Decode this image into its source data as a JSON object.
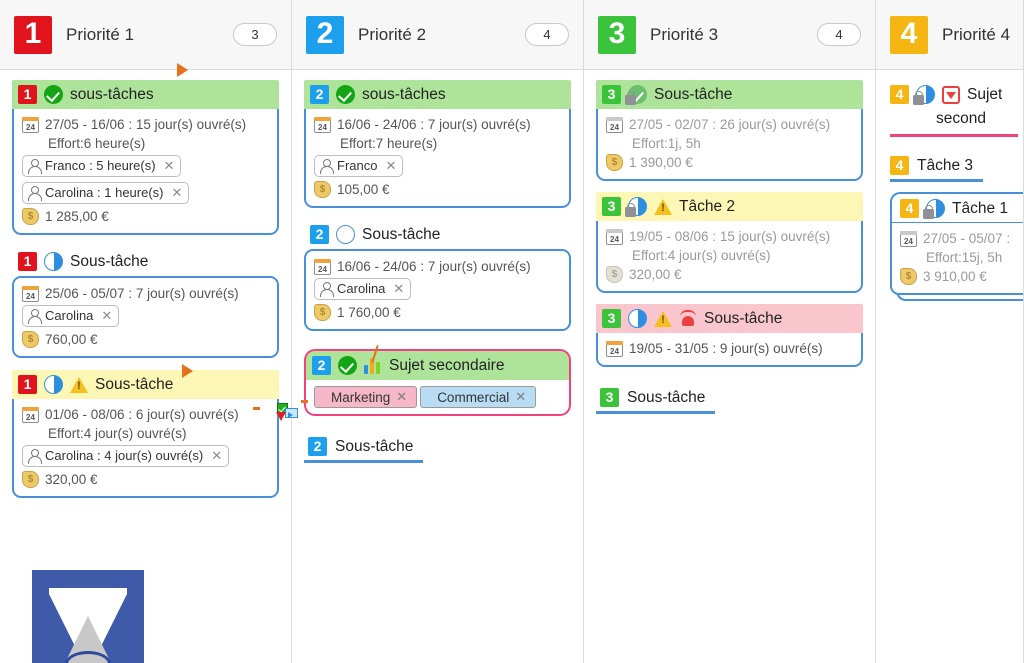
{
  "board": {
    "logo_alt": "M logo",
    "columns": [
      {
        "id": "col-1",
        "number": "1",
        "title": "Priorité 1",
        "count": "3",
        "color": "#e1131d",
        "cards": [
          {
            "id": "c1-card1",
            "title": "sous-tâches",
            "header_bg": "green",
            "icons": [
              "check-icon"
            ],
            "dates": "27/05 - 16/06 : 15 jour(s) ouvré(s)",
            "effort": "Effort:6 heure(s)",
            "assignees": [
              {
                "name": "Franco : 5 heure(s)",
                "remove": "✕"
              },
              {
                "name": "Carolina : 1 heure(s)",
                "remove": "✕"
              }
            ],
            "cost": "1 285,00 €"
          },
          {
            "id": "c1-card2",
            "title": "Sous-tâche",
            "header_bg": "plain",
            "icons": [
              "half-circle-icon"
            ],
            "dates": "25/06 - 05/07 : 7 jour(s) ouvré(s)",
            "effort": "",
            "assignees": [
              {
                "name": "Carolina",
                "remove": "✕"
              }
            ],
            "cost": "760,00 €"
          },
          {
            "id": "c1-card3",
            "title": "Sous-tâche",
            "header_bg": "yellow",
            "icons": [
              "half-circle-icon",
              "warning-icon"
            ],
            "dates": "01/06 - 08/06 : 6 jour(s) ouvré(s)",
            "effort": "Effort:4 jour(s) ouvré(s)",
            "assignees": [
              {
                "name": "Carolina : 4 jour(s) ouvré(s)",
                "remove": "✕"
              }
            ],
            "cost": "320,00 €"
          }
        ]
      },
      {
        "id": "col-2",
        "number": "2",
        "title": "Priorité 2",
        "count": "4",
        "color": "#1ca0ee",
        "cards": [
          {
            "id": "c2-card1",
            "title": "sous-tâches",
            "header_bg": "green",
            "icons": [
              "check-icon"
            ],
            "dates": "16/06 - 24/06 : 7 jour(s) ouvré(s)",
            "effort": "Effort:7 heure(s)",
            "assignees": [
              {
                "name": "Franco",
                "remove": "✕"
              }
            ],
            "cost": "105,00 €"
          },
          {
            "id": "c2-card2",
            "title": "Sous-tâche",
            "header_bg": "plain",
            "icons": [
              "empty-circle-icon"
            ],
            "dates": "16/06 - 24/06 : 7 jour(s) ouvré(s)",
            "effort": "",
            "assignees": [
              {
                "name": "Carolina",
                "remove": "✕"
              }
            ],
            "cost": "1 760,00 €"
          },
          {
            "id": "c2-card3",
            "title": "Sujet secondaire",
            "header_bg": "green",
            "icons": [
              "check-icon",
              "chart-bars-icon"
            ],
            "tags": [
              {
                "label": "Marketing",
                "color": "pink",
                "remove": "✕"
              },
              {
                "label": "Commercial",
                "color": "blue",
                "remove": "✕"
              }
            ]
          },
          {
            "id": "c2-card4",
            "title": "Sous-tâche",
            "stub": true
          }
        ]
      },
      {
        "id": "col-3",
        "number": "3",
        "title": "Priorité 3",
        "count": "4",
        "color": "#3bc43b",
        "cards": [
          {
            "id": "c3-card1",
            "title": "Sous-tâche",
            "header_bg": "green",
            "icons": [
              "check-icon",
              "lock-icon"
            ],
            "locked": true,
            "dates": "27/05 - 02/07 : 26 jour(s) ouvré(s)",
            "effort": "Effort:1j, 5h",
            "assignees": [],
            "cost": "1 390,00 €"
          },
          {
            "id": "c3-card2",
            "title": "Tâche 2",
            "header_bg": "yellow",
            "icons": [
              "half-circle-icon",
              "lock-icon",
              "warning-icon"
            ],
            "locked": true,
            "dates": "19/05 - 08/06 : 15 jour(s) ouvré(s)",
            "effort": "Effort:4 jour(s) ouvré(s)",
            "assignees": [],
            "cost": "320,00 €"
          },
          {
            "id": "c3-card3",
            "title": "Sous-tâche",
            "header_bg": "pink",
            "icons": [
              "half-circle-icon",
              "warning-icon",
              "alarm-icon"
            ],
            "dates": "19/05 - 31/05 : 9 jour(s) ouvré(s)",
            "effort": "",
            "assignees": [],
            "cost": ""
          },
          {
            "id": "c3-card4",
            "title": "Sous-tâche",
            "stub": true
          }
        ]
      },
      {
        "id": "col-4",
        "number": "4",
        "title": "Priorité 4",
        "count": "",
        "color": "#f5b513",
        "cards": [
          {
            "id": "c4-card1",
            "title": "Sujet",
            "title_line2": "second",
            "header_bg": "plain",
            "icons": [
              "half-circle-icon",
              "lock-icon",
              "flag-box-icon"
            ],
            "underline_color": "#f2417e"
          },
          {
            "id": "c4-card2",
            "title": "Tâche 3",
            "stub": true
          },
          {
            "id": "c4-card3",
            "title": "Tâche 1",
            "header_bg": "plain",
            "icons": [
              "half-circle-icon",
              "lock-icon"
            ],
            "locked": true,
            "dates": "27/05 - 05/07 :",
            "effort": "Effort:15j, 5h",
            "assignees": [],
            "cost": "3 910,00 €"
          }
        ]
      }
    ]
  }
}
